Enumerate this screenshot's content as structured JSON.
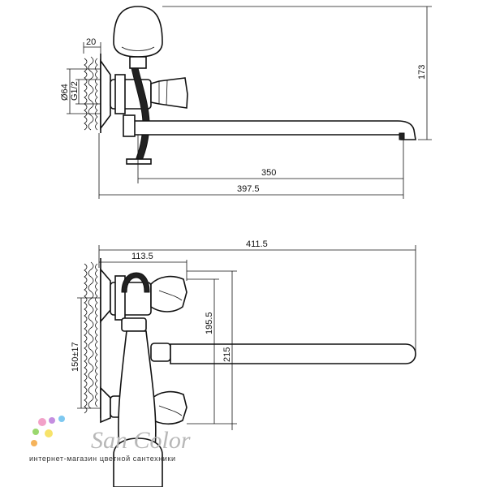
{
  "dimensions": {
    "top_view": {
      "wall_depth": "20",
      "diameter": "Ø64",
      "thread": "G1/2",
      "height": "173",
      "spout_reach": "350",
      "total_length": "397.5"
    },
    "bottom_view": {
      "total_width": "411.5",
      "handle_offset": "113.5",
      "spacing": "150±17",
      "upper_height": "195.5",
      "total_height": "215"
    }
  },
  "watermark": {
    "brand": "San Color",
    "tagline": "интернет-магазин цветной сантехники",
    "dot_colors": [
      "#f2a1c8",
      "#c48ee0",
      "#7ec8f0",
      "#9ad86e",
      "#f7e36a",
      "#f5b35b"
    ]
  }
}
